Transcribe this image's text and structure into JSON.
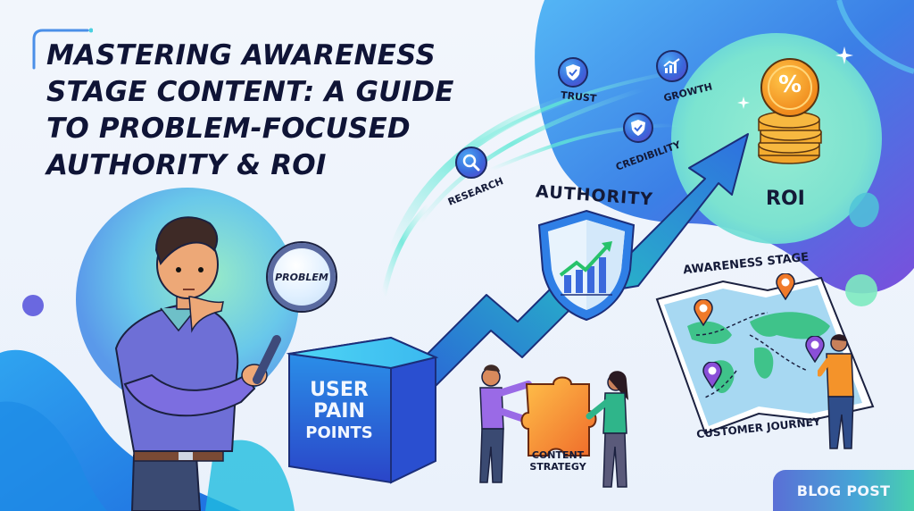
{
  "title": {
    "lines": [
      "MASTERING AWARENESS",
      "STAGE CONTENT: A GUIDE",
      "TO PROBLEM-FOCUSED",
      "AUTHORITY & ROI"
    ]
  },
  "illustration": {
    "magnifier_label": "PROBLEM",
    "cube_label_lines": [
      "USER",
      "PAIN",
      "POINTS"
    ],
    "badges": [
      {
        "label": "RESEARCH",
        "icon": "magnifier-icon"
      },
      {
        "label": "TRUST",
        "icon": "shield-check-icon"
      },
      {
        "label": "GROWTH",
        "icon": "bar-chart-up-icon"
      },
      {
        "label": "CREDIBILITY",
        "icon": "shield-check-icon"
      }
    ],
    "authority_label": "AUTHORITY",
    "roi_label": "ROI",
    "roi_coin_symbol": "%",
    "puzzle_label_lines": [
      "CONTENT",
      "STRATEGY"
    ],
    "map_top_label": "AWARENESS STAGE",
    "map_bottom_label": "CUSTOMER JOURNEY"
  },
  "tag": {
    "label": "BLOG POST"
  },
  "colors": {
    "background": "#eef3fb",
    "title_text": "#0f1436",
    "primary_blue": "#2f6fe0",
    "teal_green": "#34d3a0",
    "purple": "#6a4fd6",
    "coin_orange": "#f5a623",
    "pin_orange": "#f07a2a",
    "pin_purple": "#8a4fd8"
  }
}
